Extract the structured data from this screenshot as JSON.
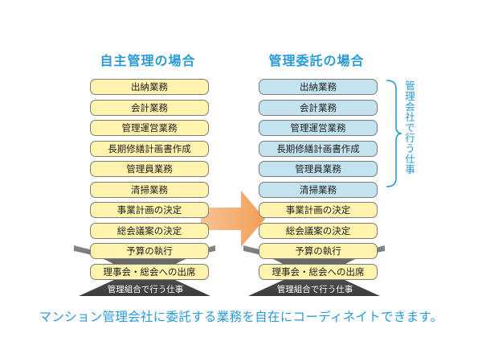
{
  "left_column": {
    "title": "自主管理の場合",
    "items": [
      "出納業務",
      "会計業務",
      "管理運営業務",
      "長期修繕計画書作成",
      "管理員業務",
      "清掃業務",
      "事業計画の決定",
      "総会議案の決定",
      "予算の執行",
      "理事会・総会への出席"
    ],
    "base_label": "管理組合で行う仕事"
  },
  "right_column": {
    "title": "管理委託の場合",
    "items": [
      "出納業務",
      "会計業務",
      "管理運営業務",
      "長期修繕計画書作成",
      "管理員業務",
      "清掃業務",
      "事業計画の決定",
      "総会議案の決定",
      "予算の執行",
      "理事会・総会への出席"
    ],
    "base_label": "管理組合で行う仕事",
    "brace_label": "管理会社で行う仕事"
  },
  "tagline": "マンション管理会社に委託する業務を自在にコーディネイトできます。",
  "colors": {
    "title_blue": "#2a9bd6",
    "item_yellow": "#fff3ad",
    "item_blue": "#c3e4ee",
    "arrow_orange": "#f3a35c",
    "base_dark": "#4a4a4a"
  }
}
